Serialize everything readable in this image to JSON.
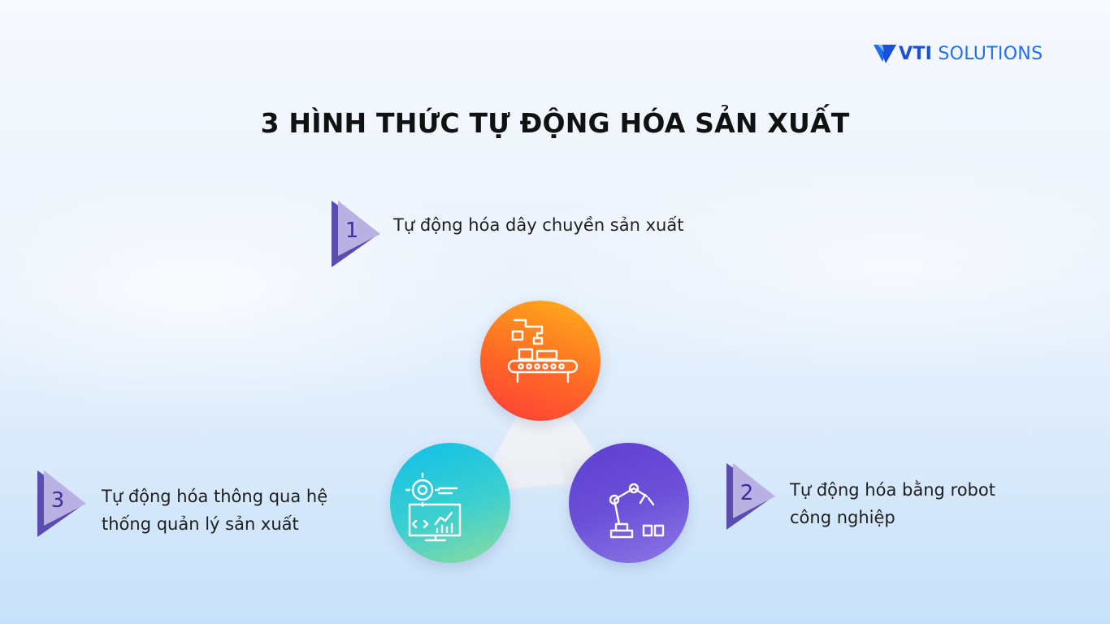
{
  "logo": {
    "text_bold": "VTI",
    "text_rest": "SOLUTIONS"
  },
  "title": "3 HÌNH THỨC TỰ ĐỘNG HÓA SẢN XUẤT",
  "items": [
    {
      "number": "1",
      "label_lines": [
        "Tự động hóa dây chuyền sản xuất"
      ],
      "icon": "conveyor-belt-icon",
      "color": "#ff6a24"
    },
    {
      "number": "2",
      "label_lines": [
        "Tự động hóa bằng robot",
        "công nghiệp"
      ],
      "icon": "robot-arm-icon",
      "color": "#6b4fd8"
    },
    {
      "number": "3",
      "label_lines": [
        "Tự động hóa thông qua hệ",
        "thống quản lý sản xuất"
      ],
      "icon": "management-dashboard-icon",
      "color": "#3ccfd0"
    }
  ],
  "colors": {
    "marker_light": "#b3a9e0",
    "marker_dark": "#5a4db0",
    "brand": "#1f6ff0"
  }
}
